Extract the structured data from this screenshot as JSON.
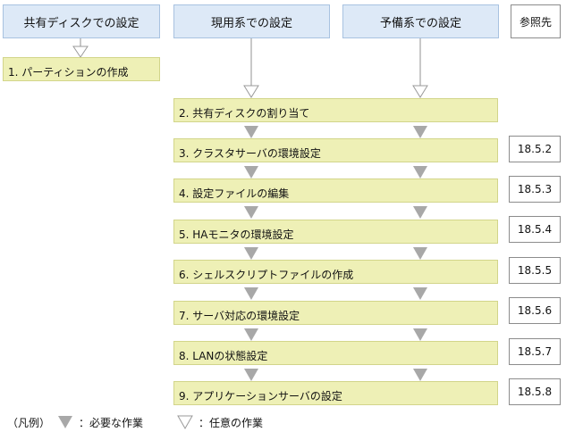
{
  "columns": {
    "shared": "共有ディスクでの設定",
    "active": "現用系での設定",
    "standby": "予備系での設定",
    "ref": "参照先"
  },
  "steps": [
    {
      "label": "1. パーティションの作成",
      "ref": ""
    },
    {
      "label": "2. 共有ディスクの割り当て",
      "ref": ""
    },
    {
      "label": "3. クラスタサーバの環境設定",
      "ref": "18.5.2"
    },
    {
      "label": "4. 設定ファイルの編集",
      "ref": "18.5.3"
    },
    {
      "label": "5. HAモニタの環境設定",
      "ref": "18.5.4"
    },
    {
      "label": "6. シェルスクリプトファイルの作成",
      "ref": "18.5.5"
    },
    {
      "label": "7. サーバ対応の環境設定",
      "ref": "18.5.6"
    },
    {
      "label": "8. LANの状態設定",
      "ref": "18.5.7"
    },
    {
      "label": "9. アプリケーションサーバの設定",
      "ref": "18.5.8"
    }
  ],
  "legend": {
    "prefix": "（凡例）",
    "required": "：必要な作業",
    "optional": "：任意の作業"
  }
}
